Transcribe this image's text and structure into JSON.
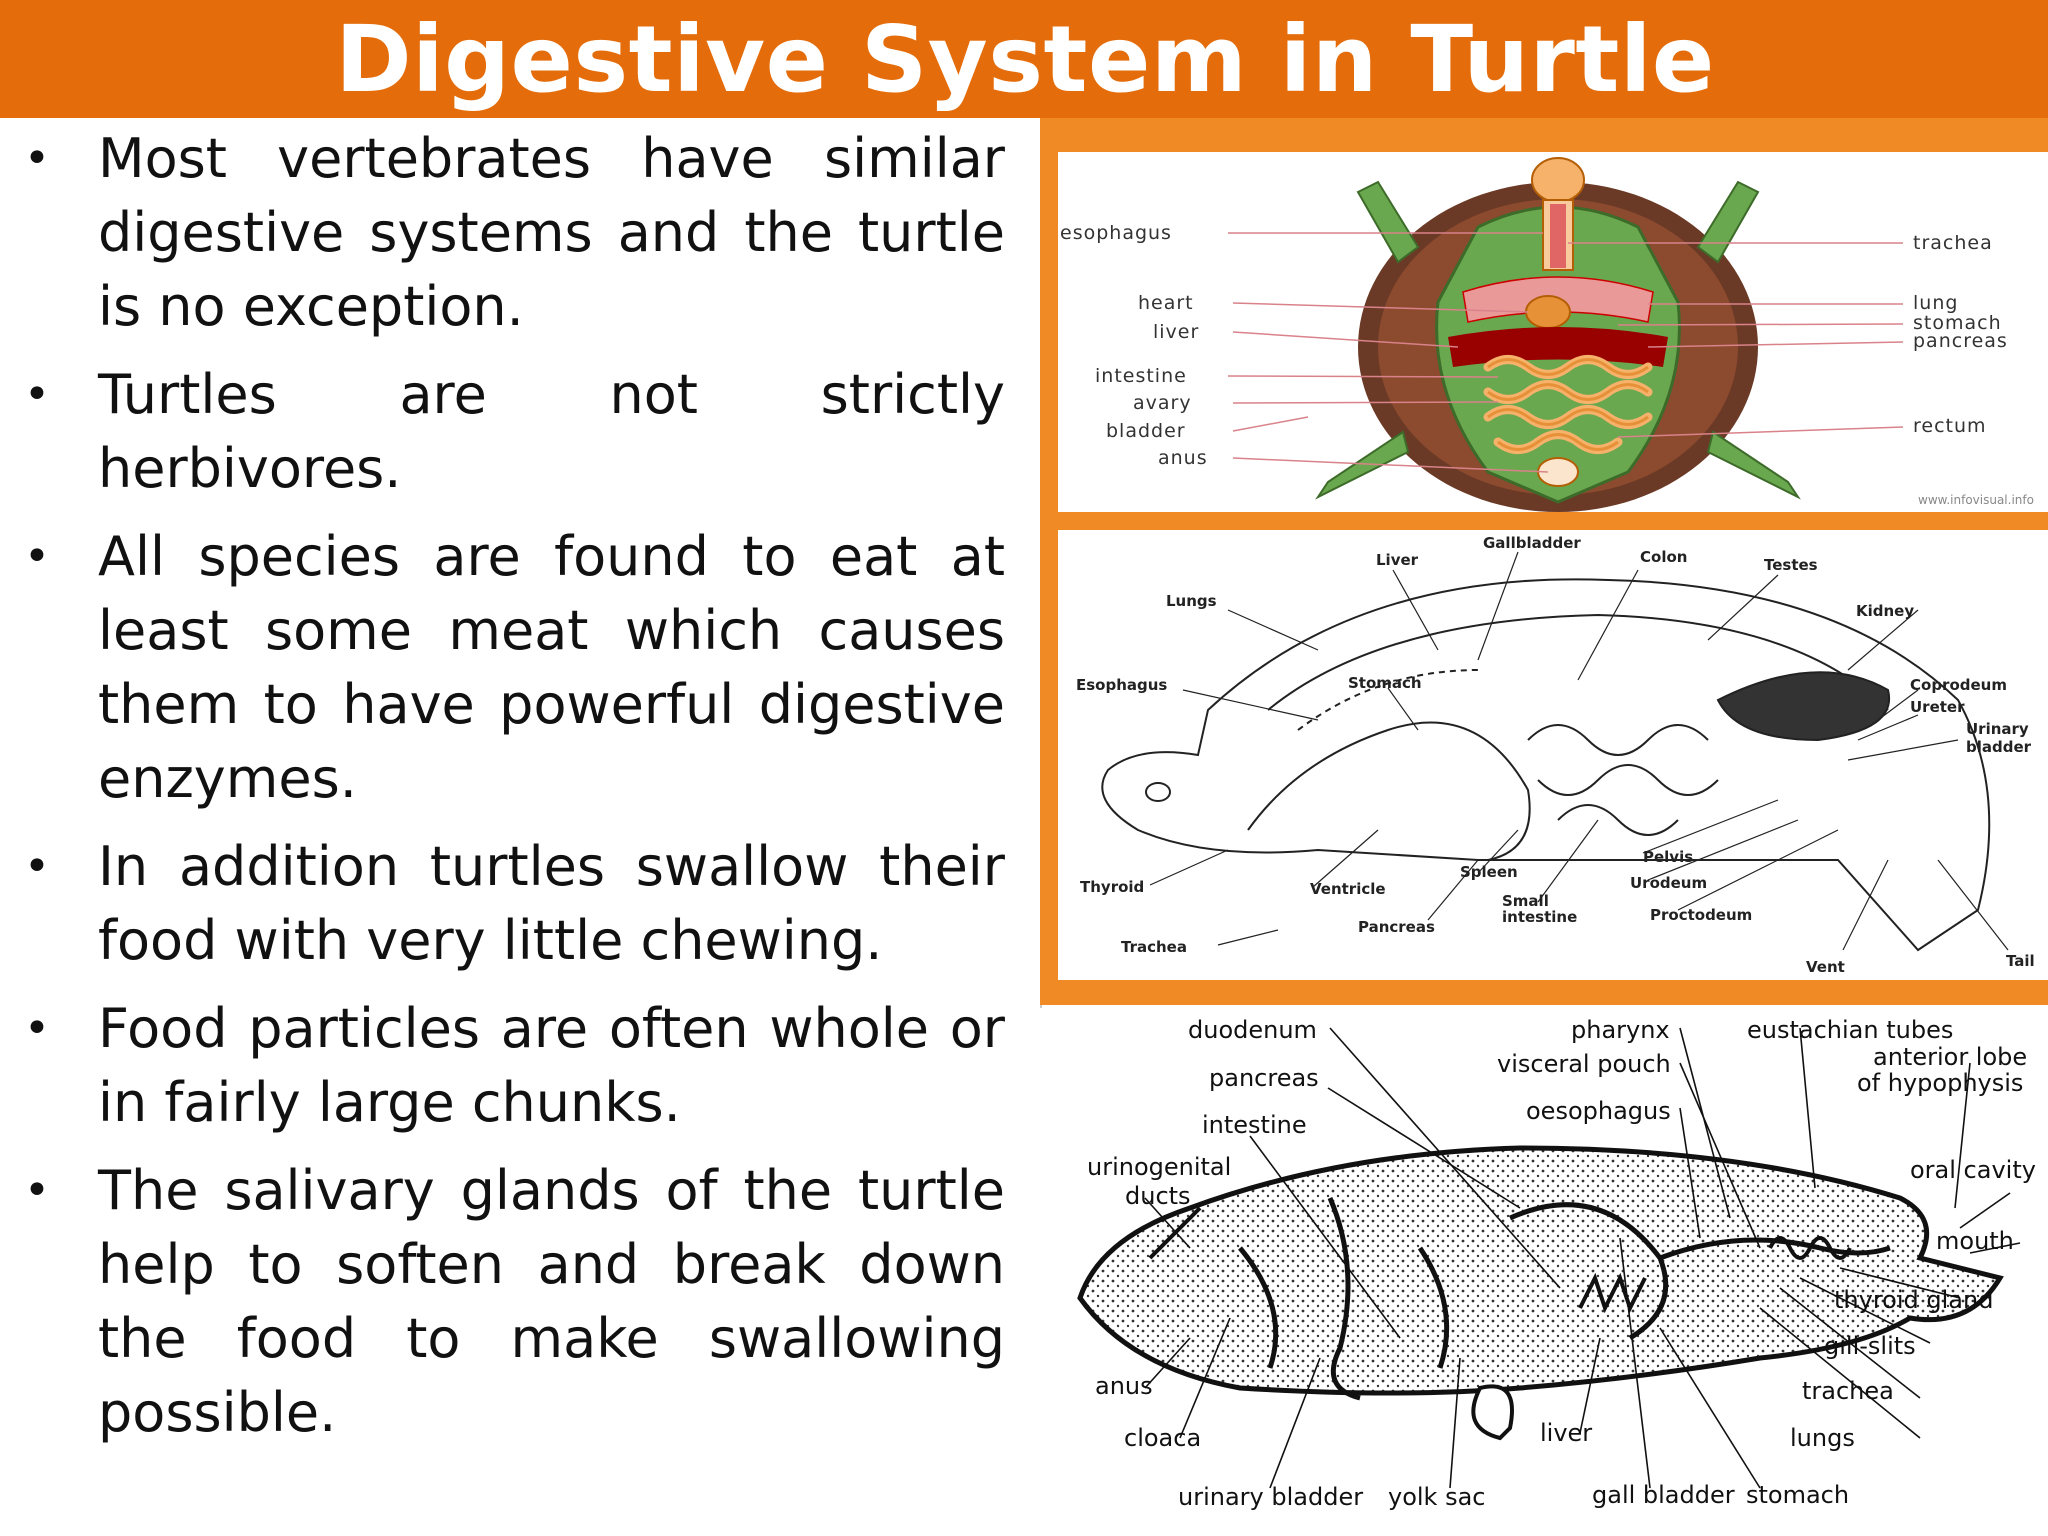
{
  "title": "Digestive System in Turtle",
  "bullets": [
    " Most vertebrates have similar digestive systems and the turtle is no exception.",
    " Turtles are not strictly herbivores.",
    "All species are found to eat at least some meat which causes them to have powerful digestive enzymes.",
    " In addition turtles swallow their food with very little chewing.",
    " Food particles are often whole or in fairly large chunks.",
    "The salivary glands of the turtle help to soften and break down the food to make swallowing possible."
  ],
  "bullet_glyph": "•",
  "colors": {
    "title_bar": "#e46c0a",
    "frame": "#f08a24",
    "turtle_green": "#6aa84f",
    "shell_brown": "#6b3a26"
  },
  "figure1": {
    "labels_left": [
      "esophagus",
      "heart",
      "liver",
      "intestine",
      "avary",
      "bladder",
      "anus"
    ],
    "labels_right": [
      "trachea",
      "lung",
      "stomach",
      "pancreas",
      "rectum"
    ],
    "credit": "www.infovisual.info"
  },
  "figure2": {
    "labels": {
      "gallbladder": "Gallbladder",
      "liver": "Liver",
      "colon": "Colon",
      "testes": "Testes",
      "lungs": "Lungs",
      "kidney": "Kidney",
      "esophagus": "Esophagus",
      "stomach": "Stomach",
      "coprodeum": "Coprodeum",
      "ureter": "Ureter",
      "urinary": "Urinary",
      "bladder": "bladder",
      "pelvis": "Pelvis",
      "thyroid": "Thyroid",
      "ventricle": "Ventricle",
      "spleen": "Spleen",
      "small": "Small",
      "intestine": "intestine",
      "urodeum": "Urodeum",
      "proctodeum": "Proctodeum",
      "pancreas": "Pancreas",
      "trachea": "Trachea",
      "vent": "Vent",
      "tail": "Tail"
    }
  },
  "figure3": {
    "labels": {
      "duodenum": "duodenum",
      "pharynx": "pharynx",
      "eustachian": "eustachian tubes",
      "anterior1": "anterior lobe",
      "anterior2": "of hypophysis",
      "visceral": "visceral pouch",
      "pancreas": "pancreas",
      "oesophagus": "oesophagus",
      "intestine": "intestine",
      "urino1": "urinogenital",
      "urino2": "ducts",
      "oral": "oral cavity",
      "mouth": "mouth",
      "thyroid": "thyroid gland",
      "gill": "gill-slits",
      "anus": "anus",
      "trachea": "trachea",
      "cloaca": "cloaca",
      "liver": "liver",
      "lungs": "lungs",
      "urinary": "urinary bladder",
      "yolk": "yolk sac",
      "gall": "gall bladder",
      "stomach": "stomach"
    }
  }
}
